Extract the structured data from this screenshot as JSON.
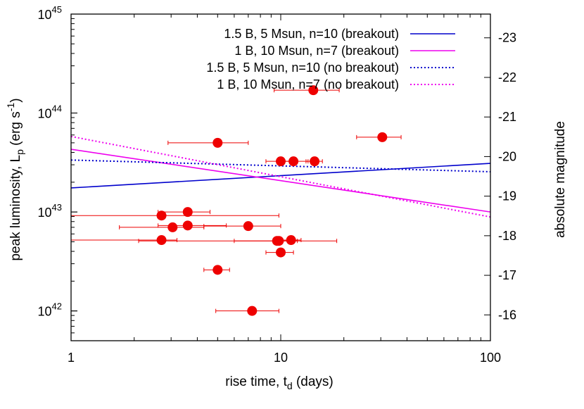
{
  "chart_data": {
    "type": "scatter",
    "xlabel": "rise time, t",
    "xlabel_sub": "d",
    "xlabel_suffix": " (days)",
    "ylabel": "peak luminosity, L",
    "ylabel_sub": "p",
    "ylabel_unit": " (erg s",
    "ylabel_unit_sup": "-1",
    "ylabel_close": ")",
    "y2label": "absolute magnitude",
    "x_scale": "log",
    "y_scale": "log",
    "xlim": [
      1,
      100
    ],
    "ylim": [
      5e+41,
      1e+45
    ],
    "xticks": [
      {
        "value": 1,
        "label": "1"
      },
      {
        "value": 10,
        "label": "10"
      },
      {
        "value": 100,
        "label": "100"
      }
    ],
    "yticks": [
      {
        "value": 1e+42,
        "base": "10",
        "exp": "42"
      },
      {
        "value": 1e+43,
        "base": "10",
        "exp": "43"
      },
      {
        "value": 1e+44,
        "base": "10",
        "exp": "44"
      },
      {
        "value": 1e+45,
        "base": "10",
        "exp": "45"
      }
    ],
    "y2ticks": [
      {
        "label": "-16",
        "mag": -16
      },
      {
        "label": "-17",
        "mag": -17
      },
      {
        "label": "-18",
        "mag": -18
      },
      {
        "label": "-19",
        "mag": -19
      },
      {
        "label": "-20",
        "mag": -20
      },
      {
        "label": "-21",
        "mag": -21
      },
      {
        "label": "-22",
        "mag": -22
      },
      {
        "label": "-23",
        "mag": -23
      }
    ],
    "legend_position": "top-right",
    "grid": false,
    "series": [
      {
        "name": "1.5 B, 5 Msun, n=10 (breakout)",
        "style": "solid",
        "color": "#0000cc",
        "x": [
          1,
          100
        ],
        "y": [
          1.75e+43,
          3.1e+43
        ]
      },
      {
        "name": "1 B, 10 Msun, n=7 (breakout)",
        "style": "solid",
        "color": "#ee00ee",
        "x": [
          1,
          100
        ],
        "y": [
          4.3e+43,
          1e+43
        ]
      },
      {
        "name": "1.5 B, 5 Msun, n=10 (no breakout)",
        "style": "dotted",
        "color": "#0000cc",
        "x": [
          1,
          100
        ],
        "y": [
          3.35e+43,
          2.55e+43
        ]
      },
      {
        "name": "1 B, 10 Msun, n=7 (no breakout)",
        "style": "dotted",
        "color": "#ee00ee",
        "x": [
          1,
          100
        ],
        "y": [
          5.8e+43,
          8.9e+42
        ]
      }
    ],
    "points": {
      "color": "#ee0000",
      "data": [
        {
          "x": 14.3,
          "y": 1.7e+44,
          "xerr": [
            9.3,
            19.0
          ]
        },
        {
          "x": 30.5,
          "y": 5.7e+43,
          "xerr": [
            23.0,
            37.5
          ]
        },
        {
          "x": 5.0,
          "y": 5e+43,
          "xerr": [
            2.9,
            7.0
          ]
        },
        {
          "x": 10.0,
          "y": 3.25e+43,
          "xerr": [
            8.5,
            12.0
          ]
        },
        {
          "x": 11.5,
          "y": 3.25e+43,
          "xerr": [
            10.0,
            13.5
          ]
        },
        {
          "x": 14.5,
          "y": 3.25e+43,
          "xerr": [
            13.2,
            15.8
          ]
        },
        {
          "x": 3.6,
          "y": 1e+43,
          "xerr": [
            2.6,
            4.6
          ]
        },
        {
          "x": 2.7,
          "y": 9.2e+42,
          "xerr": [
            1.0,
            9.8
          ]
        },
        {
          "x": 3.6,
          "y": 7.3e+42,
          "xerr": [
            2.6,
            5.5
          ]
        },
        {
          "x": 3.05,
          "y": 7e+42,
          "xerr": [
            1.7,
            4.3
          ]
        },
        {
          "x": 7.0,
          "y": 7.2e+42,
          "xerr": [
            4.3,
            10.0
          ]
        },
        {
          "x": 2.7,
          "y": 5.2e+42,
          "xerr": [
            1.0,
            3.2
          ]
        },
        {
          "x": 9.6,
          "y": 5.1e+42,
          "xerr": [
            6.0,
            12.0
          ]
        },
        {
          "x": 9.8,
          "y": 5.1e+42,
          "xerr": [
            2.1,
            18.5
          ]
        },
        {
          "x": 11.2,
          "y": 5.2e+42,
          "xerr": [
            9.5,
            12.5
          ]
        },
        {
          "x": 10.0,
          "y": 3.9e+42,
          "xerr": [
            8.5,
            11.5
          ]
        },
        {
          "x": 5.0,
          "y": 2.6e+42,
          "xerr": [
            4.3,
            5.7
          ]
        },
        {
          "x": 7.3,
          "y": 1e+42,
          "xerr": [
            4.9,
            9.8
          ]
        }
      ]
    }
  }
}
